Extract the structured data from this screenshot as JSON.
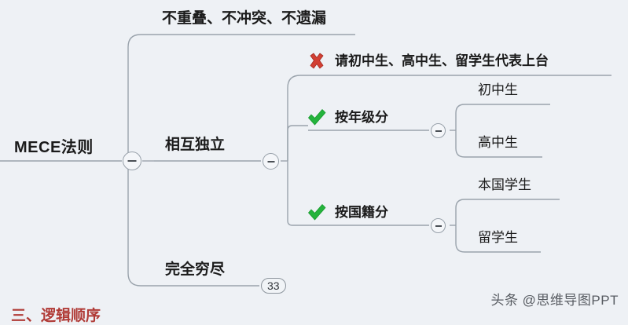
{
  "canvas": {
    "background_color": "#eef1f5",
    "wire_color": "#9aa3ac",
    "text_color": "#1b1b1b"
  },
  "mindmap": {
    "root": {
      "label": "MECE法则",
      "toggle_icon": "minus-circle-icon"
    },
    "branches": [
      {
        "id": "branch-1",
        "label": "不重叠、不冲突、不遗漏",
        "mark": null
      },
      {
        "id": "branch-2",
        "label": "相互独立",
        "mark": null,
        "toggle_icon": "minus-circle-icon",
        "children": [
          {
            "id": "branch-2-1",
            "label": "请初中生、高中生、留学生代表上台",
            "mark": "cross-mark-icon",
            "mark_color": "#d23f33"
          },
          {
            "id": "branch-2-2",
            "label": "按年级分",
            "mark": "check-mark-icon",
            "mark_color": "#24b33c",
            "toggle_icon": "minus-circle-icon",
            "children": [
              {
                "id": "branch-2-2-1",
                "label": "初中生"
              },
              {
                "id": "branch-2-2-2",
                "label": "高中生"
              }
            ]
          },
          {
            "id": "branch-2-3",
            "label": "按国籍分",
            "mark": "check-mark-icon",
            "mark_color": "#24b33c",
            "toggle_icon": "minus-circle-icon",
            "children": [
              {
                "id": "branch-2-3-1",
                "label": "本国学生"
              },
              {
                "id": "branch-2-3-2",
                "label": "留学生"
              }
            ]
          }
        ]
      },
      {
        "id": "branch-3",
        "label": "完全穷尽",
        "mark": null,
        "count_badge": "33"
      }
    ]
  },
  "watermark": {
    "text": "头条 @思维导图PPT"
  },
  "bottom_text": {
    "text": "三、逻辑顺序"
  }
}
